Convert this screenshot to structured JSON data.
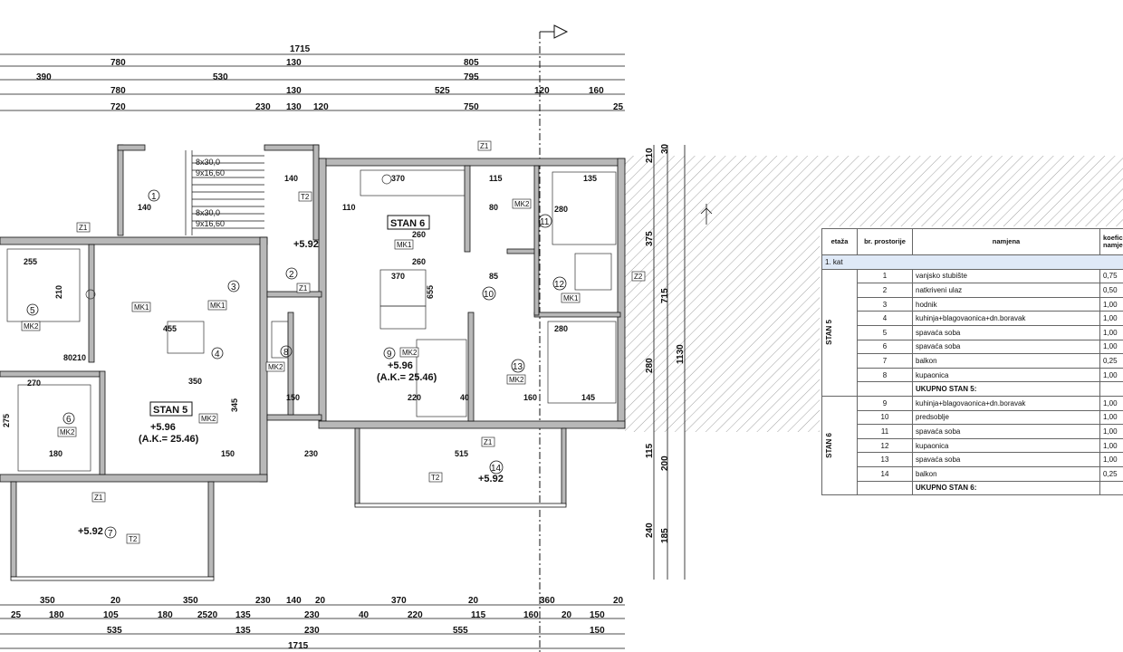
{
  "plan": {
    "overall_dims": [
      "1715",
      "1715"
    ],
    "top_dims": {
      "row1": [
        "780",
        "130",
        "805"
      ],
      "row2": [
        "390",
        "530",
        "795"
      ],
      "row3": [
        "780",
        "130",
        "525",
        "120",
        "160"
      ],
      "row4": [
        "720",
        "230",
        "130",
        "120",
        "750",
        "25"
      ]
    },
    "bottom_dims": {
      "row1": [
        "350",
        "20",
        "350",
        "230",
        "140",
        "20",
        "370",
        "20",
        "360",
        "20"
      ],
      "row2": [
        "25",
        "180",
        "105",
        "180",
        "2520",
        "135",
        "230",
        "40",
        "220",
        "115",
        "160",
        "20",
        "150"
      ],
      "row3": [
        "535",
        "135",
        "230",
        "555",
        "150"
      ]
    },
    "right_dims": [
      "375",
      "715",
      "1130",
      "280",
      "115",
      "200",
      "240",
      "185",
      "210",
      "30"
    ],
    "units": {
      "stan6": "STAN 6",
      "stan5": "STAN 5",
      "elev_stan6": "+5.96",
      "ak_stan6": "(A.K.= 25.46)",
      "elev_stan5": "+5.96",
      "ak_stan5": "(A.K.= 25.46)",
      "elev_balcony_right": "+5.92",
      "elev_balcony_left": "+5.92",
      "elev_entry": "+5.92"
    },
    "room_numbers": [
      "1",
      "2",
      "3",
      "4",
      "5",
      "6",
      "7",
      "8",
      "9",
      "10",
      "11",
      "12",
      "13",
      "14"
    ],
    "stair_labels": [
      "8x30,0",
      "9x16,60",
      "8x30,0",
      "9x16,60"
    ],
    "material_tags": [
      "MK1",
      "MK2",
      "Z1",
      "Z2",
      "T2"
    ],
    "inner_dims": [
      "370",
      "260",
      "370",
      "260",
      "655",
      "85",
      "115",
      "280",
      "135",
      "280",
      "145",
      "160",
      "220",
      "515",
      "255",
      "210",
      "455",
      "350",
      "270",
      "275",
      "180",
      "150",
      "345",
      "230",
      "140",
      "140",
      "150",
      "110",
      "80210",
      "40",
      "80"
    ]
  },
  "room_table": {
    "headers": [
      "etaža",
      "br. prostorije",
      "namjena",
      "koeficijent namjene"
    ],
    "header_koef_visible": "koeficijer namjene",
    "floor_label": "1. kat",
    "stan5_label": "STAN 5",
    "stan6_label": "STAN 6",
    "stan5_rows": [
      {
        "br": "1",
        "namjena": "vanjsko stubište",
        "koef": "0,75"
      },
      {
        "br": "2",
        "namjena": "natkriveni ulaz",
        "koef": "0,50"
      },
      {
        "br": "3",
        "namjena": "hodnik",
        "koef": "1,00"
      },
      {
        "br": "4",
        "namjena": "kuhinja+blagovaonica+dn.boravak",
        "koef": "1,00"
      },
      {
        "br": "5",
        "namjena": "spavaća soba",
        "koef": "1,00"
      },
      {
        "br": "6",
        "namjena": "spavaća soba",
        "koef": "1,00"
      },
      {
        "br": "7",
        "namjena": "balkon",
        "koef": "0,25"
      },
      {
        "br": "8",
        "namjena": "kupaonica",
        "koef": "1,00"
      }
    ],
    "stan5_total": "UKUPNO STAN 5:",
    "stan6_rows": [
      {
        "br": "9",
        "namjena": "kuhinja+blagovaonica+dn.boravak",
        "koef": "1,00"
      },
      {
        "br": "10",
        "namjena": "predsoblje",
        "koef": "1,00"
      },
      {
        "br": "11",
        "namjena": "spavaća soba",
        "koef": "1,00"
      },
      {
        "br": "12",
        "namjena": "kupaonica",
        "koef": "1,00"
      },
      {
        "br": "13",
        "namjena": "spavaća soba",
        "koef": "1,00"
      },
      {
        "br": "14",
        "namjena": "balkon",
        "koef": "0,25"
      }
    ],
    "stan6_total": "UKUPNO STAN 6:"
  },
  "colors": {
    "wall_fill": "#b8b8b8",
    "line": "#111111",
    "section_band": "#dfe9f7",
    "hatch": "#8a8a8a"
  }
}
